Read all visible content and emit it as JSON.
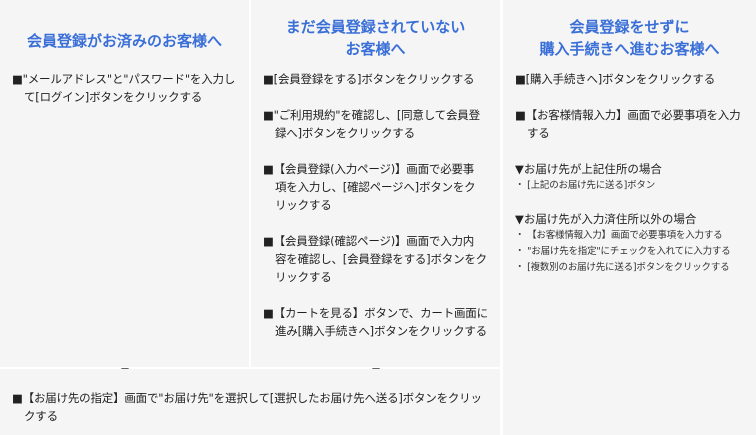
{
  "col1": {
    "title": "会員登録がお済みのお客様へ",
    "steps": [
      "■\"メールアドレス\"と\"パスワード\"を入力し\nて[ログイン]ボタンをクリックする"
    ]
  },
  "col2": {
    "title": "まだ会員登録されていない\nお客様へ",
    "steps": [
      "■[会員登録をする]ボタンをクリックする",
      "■\"ご利用規約\"を確認し、[同意して会員登\n録へ]ボタンをクリックする",
      "■【会員登録(入力ページ)】画面で必要事\n項を入力し、[確認ページへ]ボタンをク\nリックする",
      "■【会員登録(確認ページ)】画面で入力内\n容を確認し、[会員登録をする]ボタンをク\nリックする",
      "■【カートを見る】ボタンで、カート画面に\n進み[購入手続きへ]ボタンをクリックする"
    ]
  },
  "col3": {
    "title": "会員登録をせずに\n購入手続きへ進むお客様へ",
    "steps": [
      "■[購入手続きへ]ボタンをクリックする",
      "■【お客様情報入力】画面で必要事項を入力\nする"
    ],
    "case1_heading": "▼お届け先が上記住所の場合",
    "case1_bullets": [
      "・ [上記のお届け先に送る]ボタン"
    ],
    "case2_heading": "▼お届け先が入力済住所以外の場合",
    "case2_bullets": [
      "・ 【お客様情報入力】画面で必要事項を入力する",
      "・ \"お届け先を指定\"にチェックを入れてに入力する",
      "・ [複数別のお届け先に送る]ボタンをクリックする"
    ]
  },
  "bottom": {
    "step": "■【お届け先の指定】画面で\"お届け先\"を選択して[選択したお届け先へ送る]ボタンをクリッ\nクする"
  },
  "colors": {
    "title": "#3a6fd8",
    "panel": "#f5f5f5"
  }
}
